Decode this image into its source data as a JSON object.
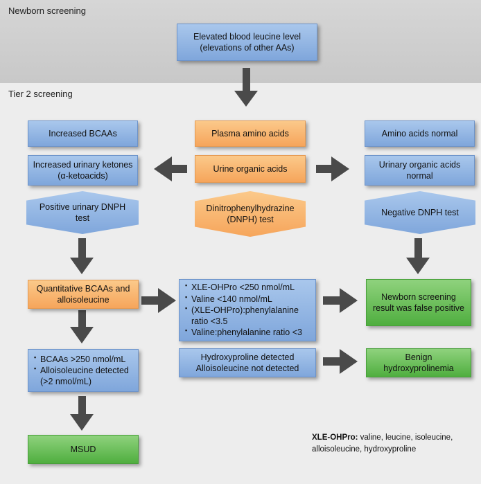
{
  "sections": {
    "newborn": "Newborn screening",
    "tier2": "Tier 2 screening"
  },
  "nodes": {
    "elevated_leucine": "Elevated blood leucine level (elevations of other AAs)",
    "increased_bcaas": "Increased BCAAs",
    "plasma_aa": "Plasma amino acids",
    "aa_normal": "Amino acids normal",
    "increased_urinary_ketones": "Increased urinary ketones (α-ketoacids)",
    "urine_organic_acids": "Urine organic acids",
    "urinary_organic_normal": "Urinary organic acids normal",
    "positive_dnph": "Positive urinary DNPH test",
    "dnph_test": "Dinitrophenylhydrazine (DNPH) test",
    "negative_dnph": "Negative DNPH test",
    "quantitative_bcaas": "Quantitative BCAAs and alloisoleucine",
    "false_positive": "Newborn screening result was false positive",
    "hydroxyproline_detected": "Hydroxyproline detected Alloisoleucine not detected",
    "benign_hydroxyprolinemia": "Benign hydroxyprolinemia",
    "msud": "MSUD"
  },
  "criteria_false_positive": [
    "XLE-OHPro <250 nmol/mL",
    "Valine <140 nmol/mL",
    "(XLE-OHPro):phenylalanine ratio <3.5",
    "Valine:phenylalanine ratio <3"
  ],
  "criteria_msud": [
    "BCAAs >250 nmol/mL",
    "Alloisoleucine detected (>2 nmol/mL)"
  ],
  "legend": {
    "term": "XLE-OHPro:",
    "definition": "valine, leucine, isoleucine, alloisoleucine, hydroxyproline"
  },
  "colors": {
    "blue": "#8fb2e2",
    "orange": "#f8b36d",
    "green": "#5cb84a",
    "arrow": "#4a4a4a"
  }
}
